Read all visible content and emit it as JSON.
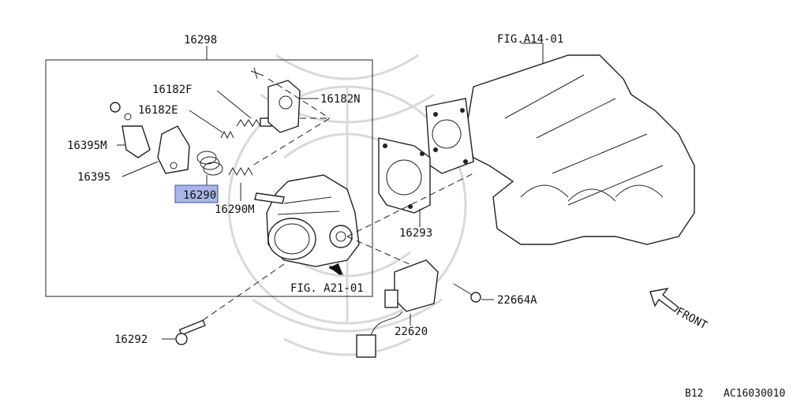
{
  "labels": {
    "assembly": "16298",
    "fig_manifold": "FIG.A14-01",
    "spring_f": "16182F",
    "spring_e": "16182E",
    "bracket_n": "16182N",
    "lever_m": "16395M",
    "lever": "16395",
    "spring_highlight": "16290",
    "spring_m": "16290M",
    "gasket": "16293",
    "fig_ref": "FIG. A21-01",
    "bolt_a": "22664A",
    "sensor": "22620",
    "bolt": "16292",
    "front": "FRONT"
  },
  "footer": {
    "section": "B12",
    "code": "AC16030010"
  },
  "colors": {
    "highlight": "#a9b6e6",
    "highlight_border": "#3b4fb0",
    "line": "#222222"
  }
}
